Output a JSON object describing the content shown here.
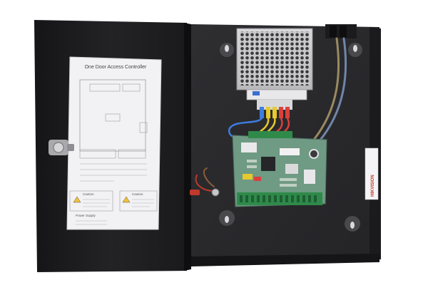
{
  "door_label": {
    "title": "One Door Access Controller",
    "caution_left": "Caution",
    "caution_right": "Caution",
    "power_supply": "Power Supply"
  },
  "brand_sticker": "HIKVISION",
  "colors": {
    "enclosure": "#2b2b2d",
    "door": "#1f1f21",
    "board": "#6f9a84",
    "terminal": "#2f8a4a",
    "label_paper": "#f4f4f6"
  }
}
